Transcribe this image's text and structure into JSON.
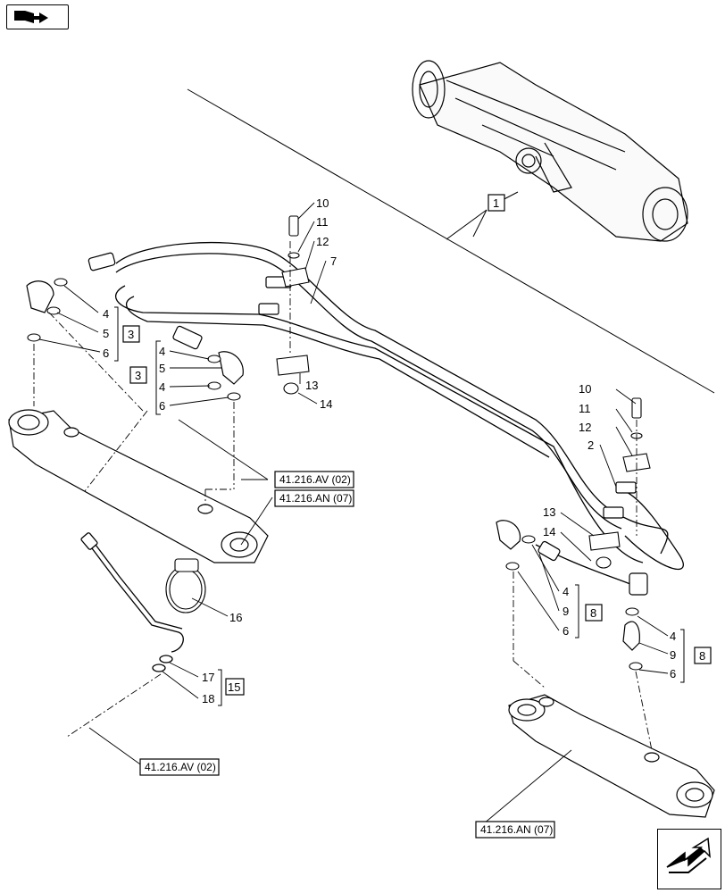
{
  "callouts": {
    "c10a": "10",
    "c11a": "11",
    "c12a": "12",
    "c7": "7",
    "c13a": "13",
    "c14a": "14",
    "c4a": "4",
    "c5a": "5",
    "c6a": "6",
    "g3a": "3",
    "c4b": "4",
    "c5b": "5",
    "c4c": "4",
    "c6b": "6",
    "g3b": "3",
    "c10b": "10",
    "c11b": "11",
    "c12b": "12",
    "c2": "2",
    "c13b": "13",
    "c14b": "14",
    "c4d": "4",
    "c9a": "9",
    "c6c": "6",
    "g8a": "8",
    "c4e": "4",
    "c9b": "9",
    "c6d": "6",
    "g8b": "8",
    "c16": "16",
    "c17": "17",
    "c18": "18",
    "g15": "15",
    "g1": "1"
  },
  "refs": {
    "av_top": "41.216.AV (02)",
    "an_top": "41.216.AN (07)",
    "av_bottom": "41.216.AV (02)",
    "an_bottom": "41.216.AN (07)"
  },
  "icons": {
    "nav_top": "book-arrow-icon",
    "nav_bottom": "next-page-arrow-icon"
  }
}
